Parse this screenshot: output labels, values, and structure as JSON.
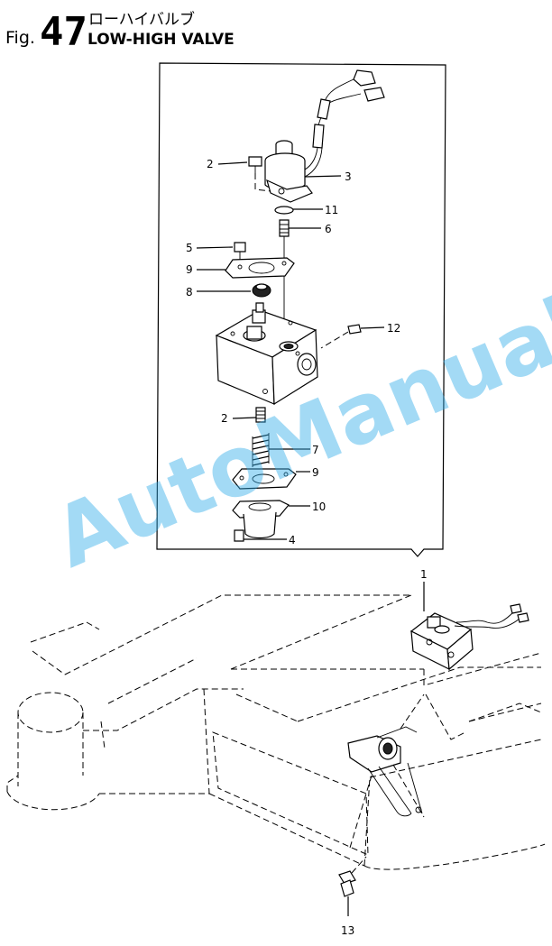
{
  "header": {
    "fig_prefix": "Fig.",
    "fig_number": "47",
    "title_jp": "ローハイバルブ",
    "title_en": "LOW-HIGH VALVE"
  },
  "watermark": "AutoManual",
  "callouts": {
    "c1": "1",
    "c2a": "2",
    "c3": "3",
    "c11": "11",
    "c6": "6",
    "c5": "5",
    "c9a": "9",
    "c8": "8",
    "c12": "12",
    "c2b": "2",
    "c7": "7",
    "c9b": "9",
    "c10": "10",
    "c4": "4",
    "c13": "13"
  },
  "colors": {
    "ink": "#000000",
    "watermark": "#33aee8"
  }
}
